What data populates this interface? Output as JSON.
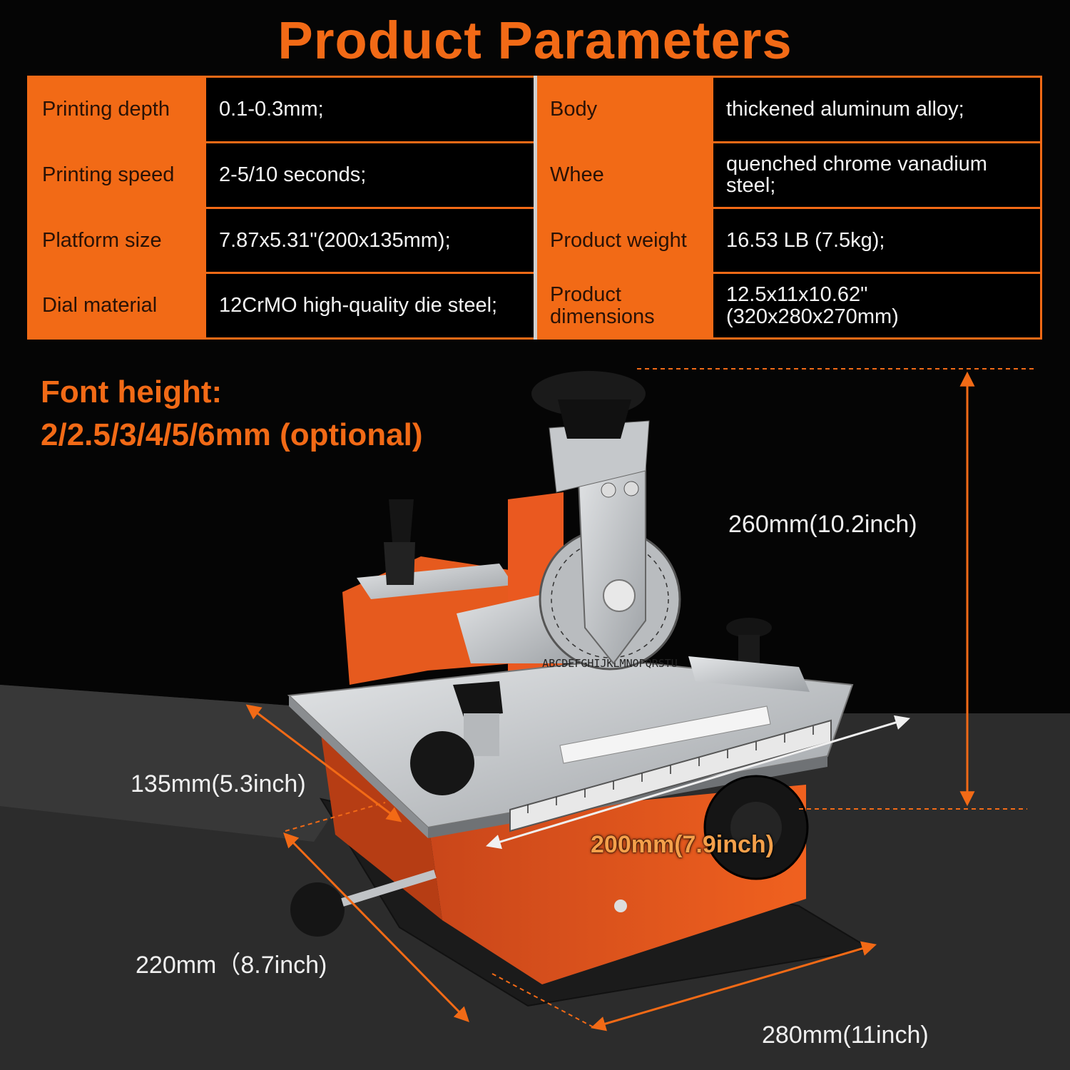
{
  "title": "Product Parameters",
  "specs": [
    {
      "label_left": "Printing depth",
      "value_left": "0.1-0.3mm;",
      "label_right": "Body",
      "value_right": "thickened aluminum alloy;"
    },
    {
      "label_left": "Printing speed",
      "value_left": "2-5/10 seconds;",
      "label_right": "Whee",
      "value_right": "quenched chrome vanadium steel;"
    },
    {
      "label_left": "Platform size",
      "value_left": "7.87x5.31\"(200x135mm);",
      "label_right": "Product weight",
      "value_right": "16.53 LB (7.5kg);"
    },
    {
      "label_left": "Dial material",
      "value_left": "12CrMO high-quality die steel;",
      "label_right": "Product dimensions",
      "value_right": "12.5x11x10.62\"(320x280x270mm)"
    }
  ],
  "font_height": {
    "line1": "Font height:",
    "line2": "2/2.5/3/4/5/6mm (optional)"
  },
  "dimensions": {
    "height": "260mm(10.2inch)",
    "platform_depth": "135mm(5.3inch)",
    "platform_width": "200mm(7.9inch)",
    "base_depth": "220mm（8.7inch)",
    "base_width": "280mm(11inch)"
  },
  "wheel_letters": "ABCDEFGHIJKLMNOPQRSTU",
  "colors": {
    "accent": "#f26a16",
    "background": "#050505",
    "machine_body": "#e8541c",
    "metal": "#c9ccce"
  }
}
